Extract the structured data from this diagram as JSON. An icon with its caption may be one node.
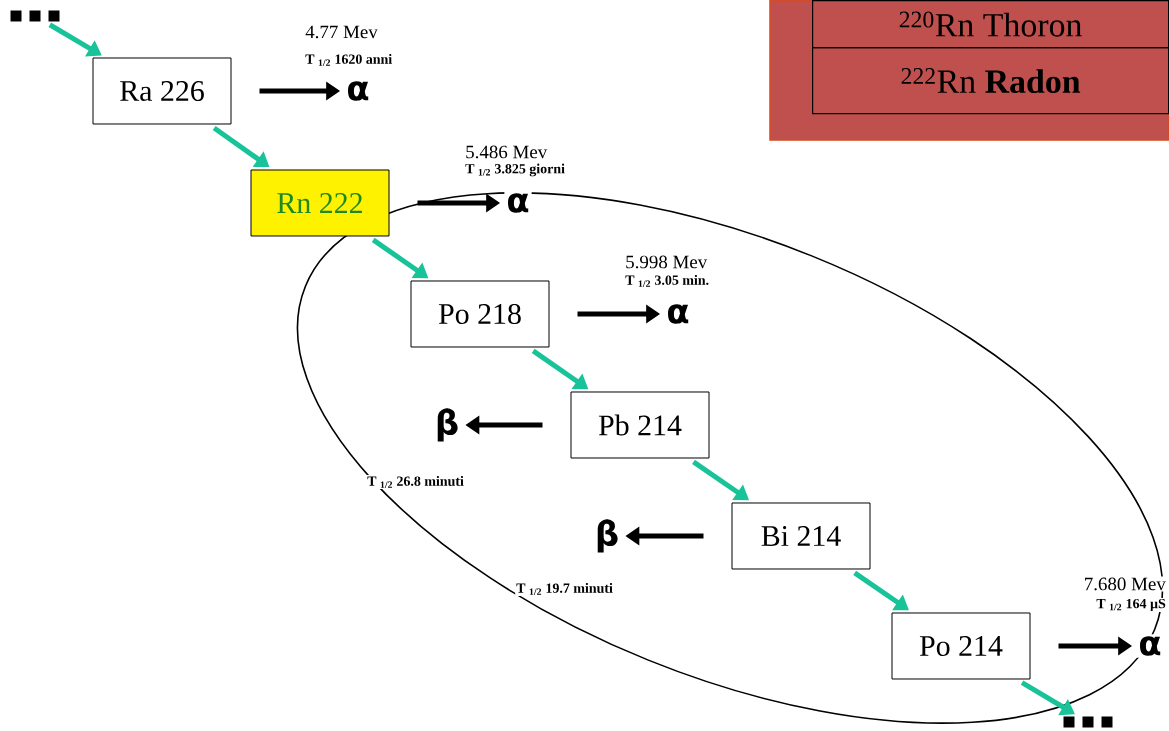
{
  "diagram": {
    "nodes": [
      {
        "text": [],
        "shape": "box"
      },
      {
        "text": [
          "Ra 226"
        ]
      },
      {
        "text": [
          "α"
        ],
        "beside": [
          "4.77 Mev",
          "T $_{1/2}$ 1620 anni"
        ]
      },
      {
        "text": [
          "Rn 222"
        ]
      },
      {
        "text": [
          "α"
        ],
        "beside": [
          "5.486 Mev",
          "T $_{1/2}$ 3.825 giorni"
        ]
      },
      {
        "text": [
          "Po 218"
        ]
      },
      {
        "text": [
          "α"
        ],
        "beside": [
          "5.998 Mev",
          "T $_{1/2}$ 3.05 min."
        ]
      },
      {
        "text": [
          "Pb 214"
        ]
      },
      {
        "text": [
          "β"
        ],
        "beside": [
          "T $_{1/2}$ 26.8 minuti"
        ]
      },
      {
        "text": [
          "Bi 214"
        ]
      },
      {
        "text": [
          "β"
        ],
        "beside": [
          "T $_{1/2}$ 19.7 minuti"
        ]
      },
      {
        "text": [
          "Po 214"
        ]
      },
      {
        "text": [
          "α"
        ],
        "beside": [
          "7.680 Mev",
          "T $_{1/2}$ 164 µS"
        ]
      },
      {
        "text": [],
        "shape": "box"
      }
    ],
    "edges": [
      {
        "from": 0,
        "to": 1,
        "arrow": "to"
      },
      {
        "from": 1,
        "to": 2,
        "arrow": "to",
        "color": "#000000"
      },
      {
        "from": 1,
        "to": 3,
        "arrow": "to"
      },
      {
        "from": 3,
        "to": 4,
        "arrow": "to",
        "color": "#000000"
      },
      {
        "from": 3,
        "to": 5,
        "arrow": "to"
      },
      {
        "from": 5,
        "to": 6,
        "arrow": "to",
        "color": "#000000"
      },
      {
        "from": 5,
        "to": 7,
        "arrow": "to"
      },
      {
        "from": 7,
        "to": 8,
        "arrow": "to",
        "color": "#000000"
      },
      {
        "from": 7,
        "to": 9,
        "arrow": "to"
      },
      {
        "from": 9,
        "to": 10,
        "arrow": "to",
        "color": "#000000"
      },
      {
        "from": 9,
        "to": 11,
        "arrow": "to"
      },
      {
        "from": 11,
        "to": 12,
        "arrow": "to",
        "color": "#000000"
      },
      {
        "from": 11,
        "to": 13,
        "arrow": "to"
      }
    ],
    "labels": [
      "$^{220}$Rn Thoron",
      "$^{222}$Rn **Radon**"
    ]
  }
}
